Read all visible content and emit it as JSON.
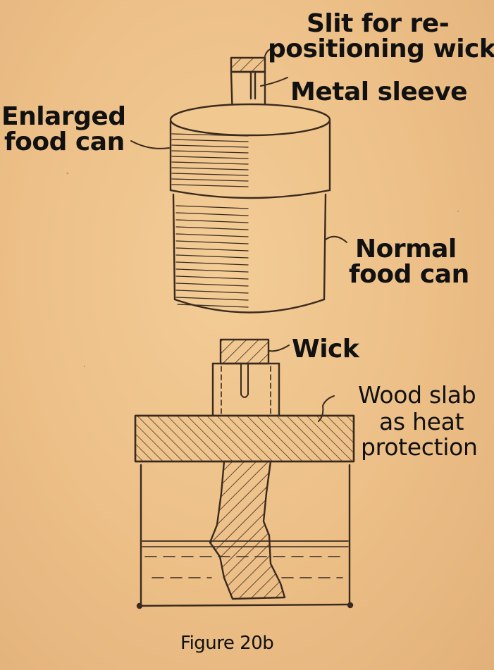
{
  "labels": {
    "slit_line1": "Slit for re-",
    "slit_line2": "positioning wick",
    "sleeve": "Metal sleeve",
    "enlarged_line1": "Enlarged",
    "enlarged_line2": "food can",
    "normal_line1": "Normal",
    "normal_line2": "food can",
    "wick": "Wick",
    "wood_line1": "Wood slab",
    "wood_line2": "as heat",
    "wood_line3": "protection"
  },
  "caption": "Figure 20b",
  "colors": {
    "paper": "#efc48c",
    "ink": "#111111",
    "sketch": "#3a2a1e"
  }
}
